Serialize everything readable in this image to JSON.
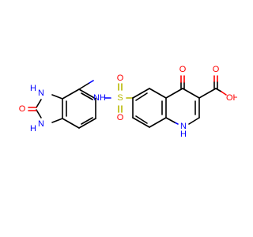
{
  "colors": {
    "carbon": "#000000",
    "oxygen": "#ff0000",
    "nitrogen": "#0000ff",
    "sulfur": "#b8b800",
    "background": "#ffffff"
  },
  "atoms": {
    "o_carbonyl_imidazolone": "O",
    "nh_imidazolone_top": "H",
    "n_imidazolone_top": "N",
    "nh_imidazolone_bottom": "H",
    "n_imidazolone_bottom": "N",
    "nh_sulfonamide": "NH",
    "sulfur": "S",
    "o_sulfonyl_top": "O",
    "o_sulfonyl_bottom": "O",
    "o_ketone": "O",
    "o_acid_carbonyl": "O",
    "oh_acid": "OH",
    "nh_quinoline_h": "H",
    "nh_quinoline_n": "N"
  }
}
